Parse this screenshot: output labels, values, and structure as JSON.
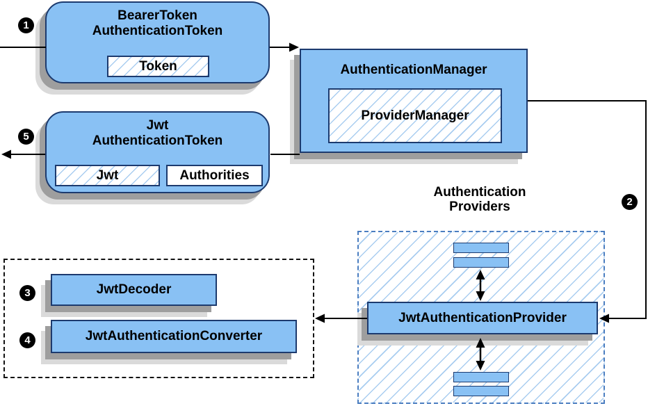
{
  "colors": {
    "node_fill": "#89c1f4",
    "node_border": "#1c3a6e",
    "hatch_line": "#a9cdf0",
    "group_dashed_border_blue": "#4a7dc0",
    "group_dashed_border_black": "#111111",
    "arrow": "#000000",
    "shadow_dark": "#9e9e9e",
    "shadow_light": "#dadada"
  },
  "badges": {
    "step1": "1",
    "step2": "2",
    "step3": "3",
    "step4": "4",
    "step5": "5"
  },
  "nodes": {
    "bearer_token": {
      "line1": "BearerToken",
      "line2": "AuthenticationToken",
      "chip": "Token"
    },
    "authentication_manager": {
      "title": "AuthenticationManager",
      "chip": "ProviderManager"
    },
    "jwt_token": {
      "line1": "Jwt",
      "line2": "AuthenticationToken",
      "chip_jwt": "Jwt",
      "chip_authorities": "Authorities"
    },
    "providers_group": {
      "line1": "Authentication",
      "line2": "Providers"
    },
    "jwt_authentication_provider": {
      "label": "JwtAuthenticationProvider"
    },
    "jwt_decoder": {
      "label": "JwtDecoder"
    },
    "jwt_authentication_converter": {
      "label": "JwtAuthenticationConverter"
    }
  }
}
